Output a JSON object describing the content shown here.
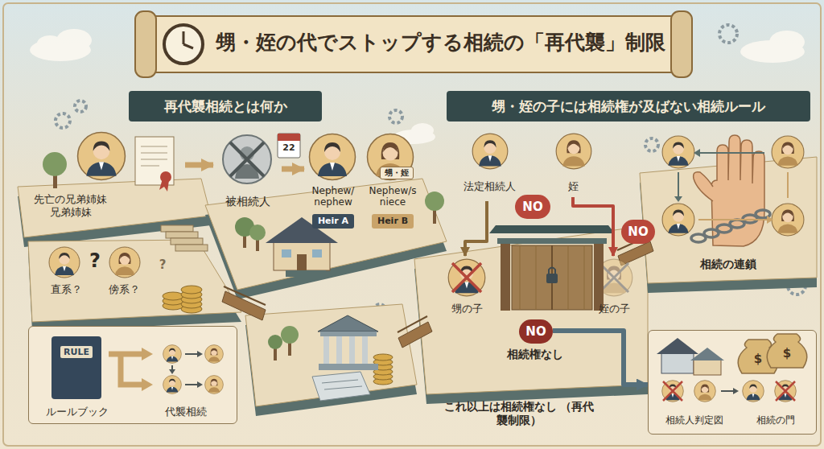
{
  "diagram": {
    "title": "甥・姪の代でストップする相続の「再代襲」制限",
    "nodes": [
      {
        "text": [
          "再代襲相続とは何か"
        ]
      },
      {
        "text": [
          "甥・姪の子には相続権が及ばない相続ルール"
        ]
      },
      {
        "text": [
          "先亡の兄弟姉妹 兄弟姉妹"
        ]
      },
      {
        "text": [
          "被相続人"
        ]
      },
      {
        "text": [
          "Nephew/ nephew"
        ]
      },
      {
        "text": [
          "Heir A"
        ],
        "in": 4
      },
      {
        "text": [
          "Nephew/s niece"
        ]
      },
      {
        "text": [
          "甥・姪"
        ],
        "in": 6
      },
      {
        "text": [
          "Heir B"
        ],
        "in": 6
      },
      {
        "text": [
          "ルールブック",
          "代襲相続"
        ]
      },
      {
        "text": [
          "RULE"
        ],
        "in": 9
      },
      {
        "text": [
          "法定相続人"
        ]
      },
      {
        "text": [
          "姪"
        ]
      },
      {
        "text": [
          "NO"
        ]
      },
      {
        "text": [
          "NO"
        ]
      },
      {
        "text": [
          "甥の子"
        ]
      },
      {
        "text": [
          "姪の子"
        ]
      },
      {
        "text": [
          "NO"
        ]
      },
      {
        "text": [
          "相続の連鎖"
        ]
      },
      {
        "text": [
          "相続人判定図",
          "相続の門"
        ]
      }
    ],
    "edges": [
      {
        "from": 2,
        "to": 3,
        "arrow": "to"
      },
      {
        "from": 3,
        "to": 4,
        "arrow": "to"
      },
      {
        "from": 11,
        "to": 15,
        "arrow": "to"
      },
      {
        "from": 12,
        "to": 16,
        "arrow": "to"
      },
      {
        "from": 17,
        "to": 19,
        "arrow": "to"
      }
    ],
    "labels": [
      "22",
      "?",
      "直系？",
      "傍系？",
      "?",
      "$",
      "$",
      "相続権なし",
      "これ以上は相続権なし （再代襲制限）"
    ]
  }
}
